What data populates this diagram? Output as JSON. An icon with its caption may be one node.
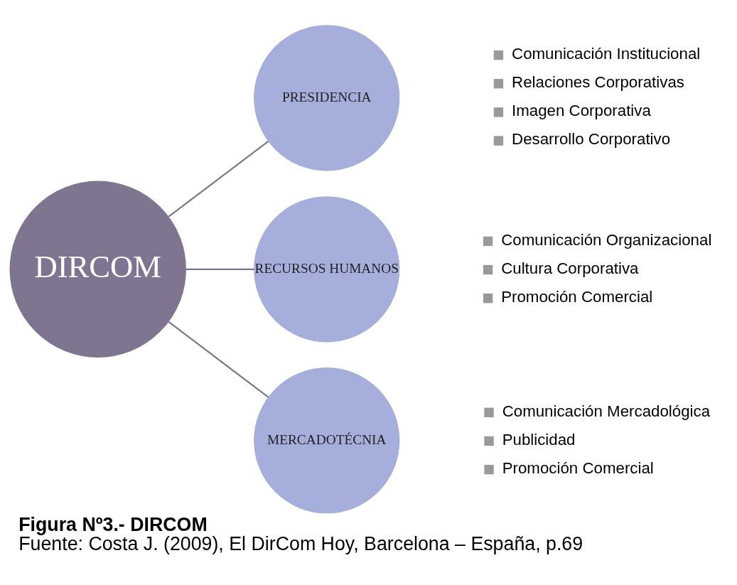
{
  "diagram": {
    "title": "Figura Nº3.- DIRCOM",
    "caption": "Fuente: Costa J. (2009), El DirCom Hoy, Barcelona – España, p.69",
    "nodes": [
      {
        "text": [
          "DIRCOM"
        ]
      },
      {
        "text": [
          "PRESIDENCIA"
        ],
        "beside": [
          "Comunicación Institucional",
          "Relaciones Corporativas",
          "Imagen Corporativa",
          "Desarrollo Corporativo"
        ]
      },
      {
        "text": [
          "RECURSOS HUMANOS"
        ],
        "beside": [
          "Comunicación Organizacional",
          "Cultura Corporativa",
          "Promoción Comercial"
        ]
      },
      {
        "text": [
          "MERCADOTÉCNIA"
        ],
        "beside": [
          "Comunicación Mercadológica",
          "Publicidad",
          "Promoción Comercial"
        ]
      }
    ],
    "edges": [
      {
        "from": 0,
        "to": 1,
        "arrow": "none"
      },
      {
        "from": 0,
        "to": 2,
        "arrow": "none"
      },
      {
        "from": 0,
        "to": 3,
        "arrow": "none"
      }
    ]
  }
}
